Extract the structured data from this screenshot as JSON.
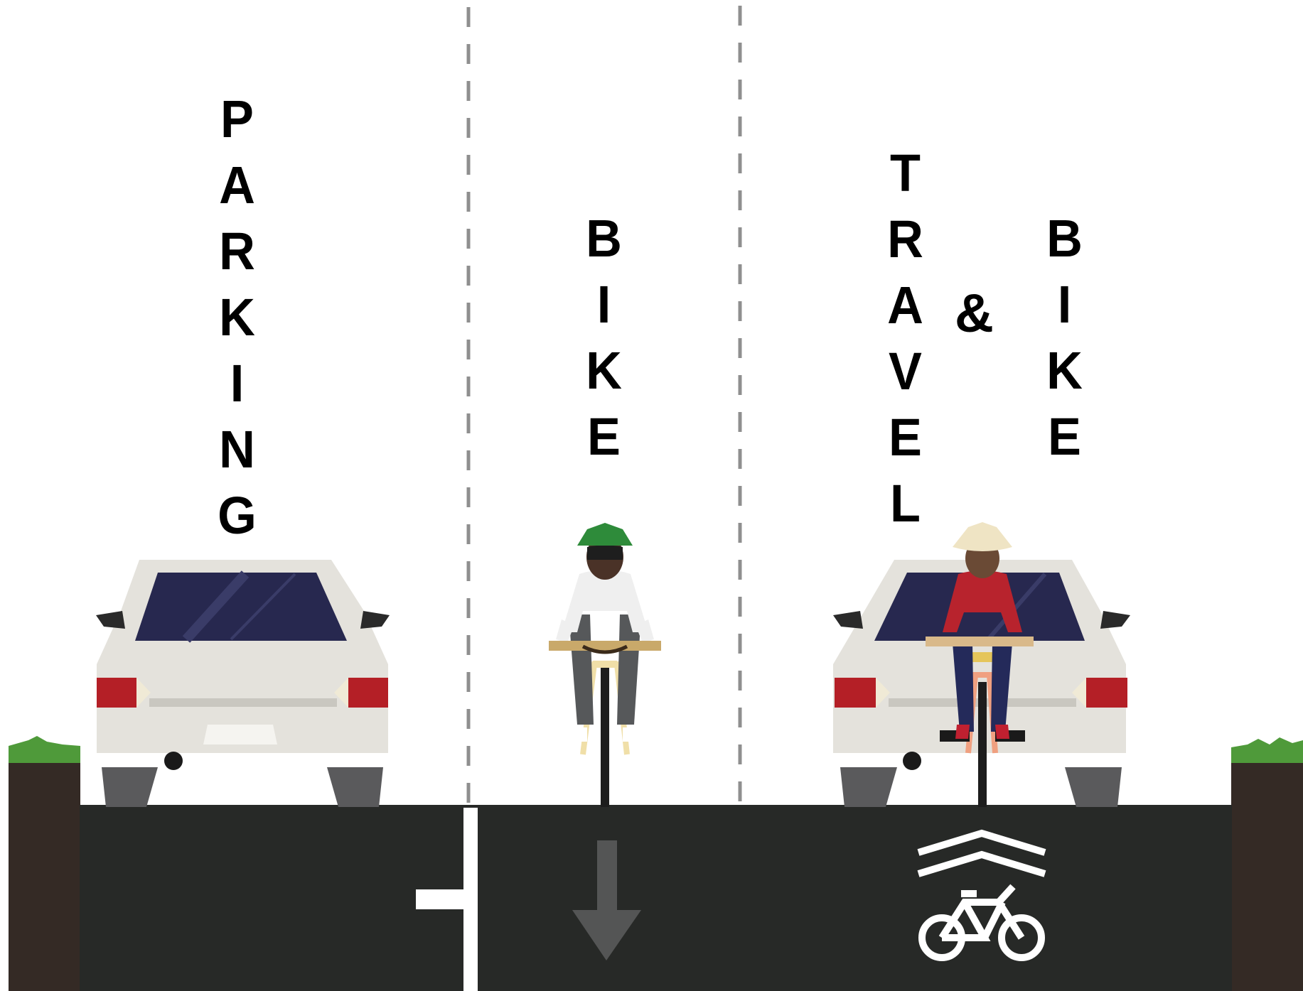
{
  "labels": {
    "parking": "PARKING",
    "bike": "BIKE",
    "travel": "TRAVEL",
    "ampersand": "&",
    "bike_right": "BIKE"
  },
  "icons": {
    "sharrow": "shared-lane-bike-marking-icon",
    "arrow": "down-arrow-icon"
  },
  "colors": {
    "asphalt": "#272927",
    "curb_soil": "#342a25",
    "grass": "#4f9a3a",
    "car_body": "#e4e2dc",
    "car_window": "#27284f",
    "tail_light": "#b41f26",
    "tire": "#5a5a5c",
    "lane_dash": "#8f8f8f",
    "helmet_left": "#2e8b3a",
    "helmet_right": "#efe4c4",
    "jersey_right": "#b8232d"
  }
}
